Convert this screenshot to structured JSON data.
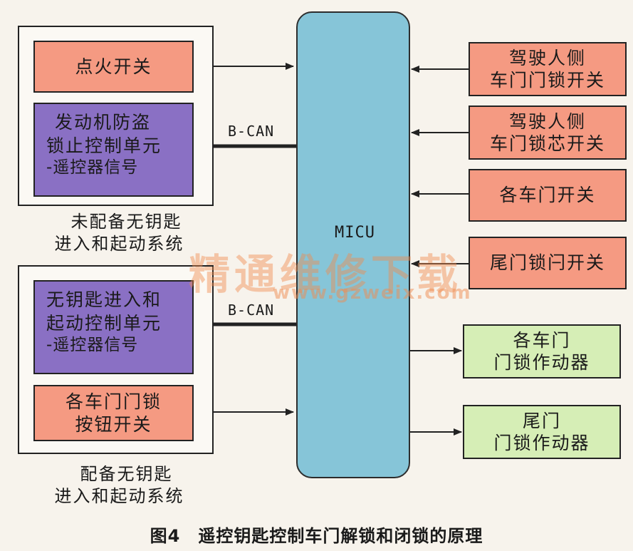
{
  "left_groups": {
    "top": {
      "caption_line1": "未配备无钥匙",
      "caption_line2": "进入和起动系统",
      "ignition_switch": "点火开关",
      "immobilizer_line1": "发动机防盗",
      "immobilizer_line2": "锁止控制单元",
      "immobilizer_line3": "-遥控器信号"
    },
    "bottom": {
      "caption_line1": "配备无钥匙",
      "caption_line2": "进入和起动系统",
      "keyless_line1": "无钥匙进入和",
      "keyless_line2": "起动控制单元",
      "keyless_line3": "-遥控器信号",
      "lock_button_line1": "各车门门锁",
      "lock_button_line2": "按钮开关"
    }
  },
  "bus_label_top": "B-CAN",
  "bus_label_bottom": "B-CAN",
  "micu_label": "MICU",
  "right_inputs": {
    "driver_lock_switch_line1": "驾驶人侧",
    "driver_lock_switch_line2": "车门门锁开关",
    "driver_cylinder_line1": "驾驶人侧",
    "driver_cylinder_line2": "车门锁芯开关",
    "door_switches": "各车门开关",
    "tailgate_latch_switch": "尾门锁闩开关"
  },
  "right_outputs": {
    "door_actuators_line1": "各车门",
    "door_actuators_line2": "门锁作动器",
    "tailgate_actuator_line1": "尾门",
    "tailgate_actuator_line2": "门锁作动器"
  },
  "watermark": "精通维修下载",
  "watermark_url": "www.gzweix.com",
  "figure_caption": "图4　遥控钥匙控制车门解锁和闭锁的原理",
  "colors": {
    "pink": "#f59a82",
    "purple": "#8a70c4",
    "green": "#d6eeb6",
    "micu_blue": "#86c5d8"
  }
}
